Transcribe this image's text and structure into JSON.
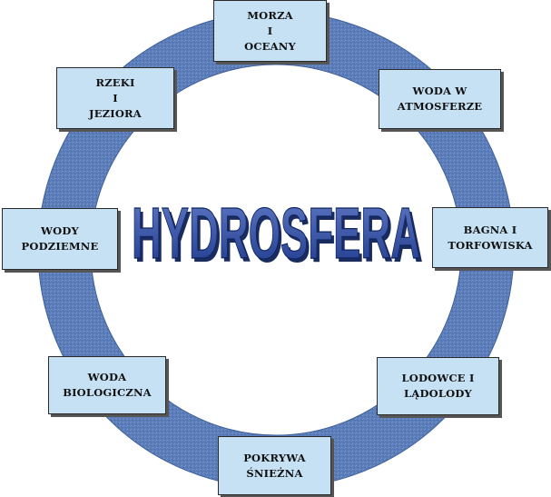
{
  "title": "HYDROSFERA",
  "colors": {
    "ring": "#5b7db9",
    "ring_dark": "#3e5f9a",
    "box_fill": "#c6e1f4",
    "box_border": "#2a2a2a",
    "title_fill": "#1f3a8c",
    "title_shade": "#5f79c4"
  },
  "components": [
    {
      "id": "morza",
      "label": "MORZA\nI\nOCEANY"
    },
    {
      "id": "atmosfera",
      "label": "WODA W\nATMOSFERZE"
    },
    {
      "id": "bagna",
      "label": "BAGNA I\nTORFOWISKA"
    },
    {
      "id": "lodowce",
      "label": "LODOWCE I\nLĄDOLODY"
    },
    {
      "id": "pokrywa",
      "label": "POKRYWA\nŚNIEŻNA"
    },
    {
      "id": "biologiczna",
      "label": "WODA\nBIOLOGICZNA"
    },
    {
      "id": "podziemne",
      "label": "WODY\nPODZIEMNE"
    },
    {
      "id": "rzeki",
      "label": "RZEKI\nI\nJEZIORA"
    }
  ]
}
